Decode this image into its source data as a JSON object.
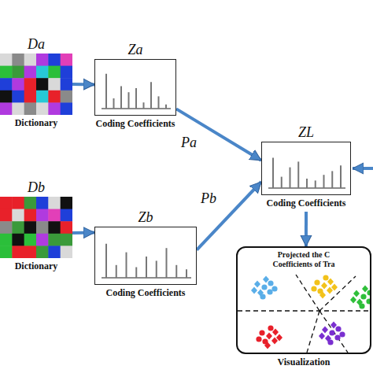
{
  "diagram": {
    "nodes": [
      {
        "text": [
          "Da",
          "Dictionary"
        ]
      },
      {
        "text": [
          "Za",
          "Coding Coefficients"
        ]
      },
      {
        "text": [
          "ZL",
          "Coding Coefficients"
        ]
      },
      {
        "text": [
          "Db",
          "Dictionary"
        ]
      },
      {
        "text": [
          "Zb",
          "Coding Coefficients"
        ]
      },
      {
        "text": [
          "Projected the C Coefficients of Tra",
          "Visualization"
        ]
      }
    ],
    "edges": [
      {
        "from": 0,
        "to": 1,
        "arrow": "to"
      },
      {
        "from": 1,
        "to": 2,
        "label": "Pa",
        "arrow": "to"
      },
      {
        "from": 3,
        "to": 4,
        "arrow": "to"
      },
      {
        "from": 4,
        "to": 2,
        "label": "Pb",
        "arrow": "to"
      },
      {
        "from": 2,
        "to": 5,
        "arrow": "to"
      }
    ]
  }
}
